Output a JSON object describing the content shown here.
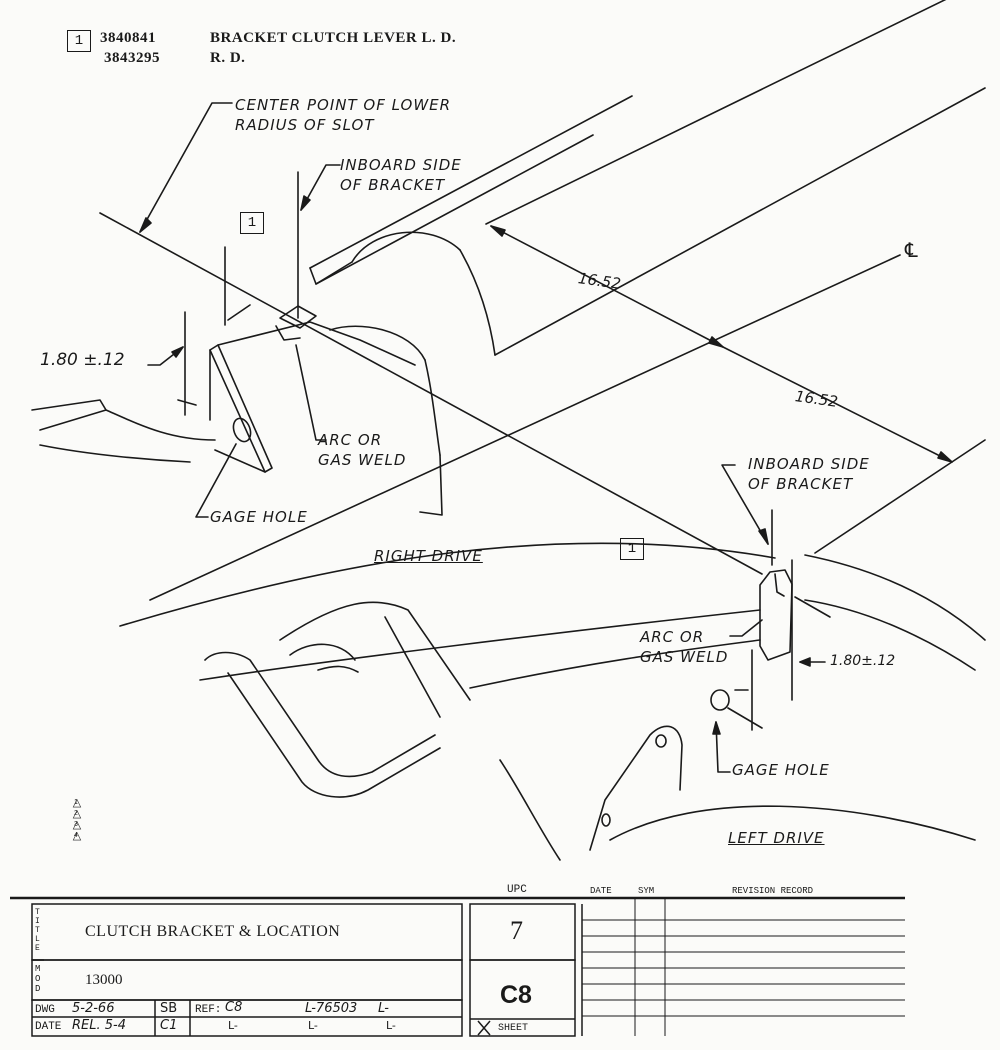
{
  "header": {
    "item_number": "1",
    "part_ld": "3840841",
    "part_rd": "3843295",
    "desc_ld": "BRACKET CLUTCH LEVER L. D.",
    "desc_rd": "R. D."
  },
  "callouts": {
    "center_point": "CENTER POINT OF LOWER\nRADIUS OF SLOT",
    "inboard_top": "INBOARD SIDE\nOF BRACKET",
    "inboard_right": "INBOARD SIDE\nOF BRACKET",
    "arc_weld_left": "ARC OR\nGAS WELD",
    "arc_weld_right": "ARC OR\nGAS WELD",
    "gage_hole_left": "GAGE HOLE",
    "gage_hole_right": "GAGE HOLE",
    "centerline": "℄",
    "ref_box": "1"
  },
  "dimensions": {
    "dim_a": "16.52",
    "dim_b": "16.52",
    "height_left": "1.80 ±.12",
    "height_right": "1.80±.12"
  },
  "views": {
    "right_drive": "RIGHT DRIVE",
    "left_drive": "LEFT DRIVE"
  },
  "revision_triangles": [
    "1",
    "2",
    "3",
    "4"
  ],
  "title_block": {
    "title_label": "TITLE",
    "title": "CLUTCH BRACKET & LOCATION",
    "mod_label": "MOD",
    "mod_value": "13000",
    "upc_label": "UPC",
    "upc_value": "7",
    "sheet_value": "C8",
    "sheet_label": "SHEET",
    "date_col": "DATE",
    "sym_col": "SYM",
    "revision_record": "REVISION RECORD",
    "dwg_label": "DWG",
    "dwg_date": "5-2-66",
    "dwg_initials": "SB",
    "ref_label": "REF:",
    "ref_value": "C8",
    "ref_number": "L-76503",
    "date_label": "DATE",
    "rel_value": "REL. 5-4",
    "rel_initials": "C1",
    "l_a": "L-",
    "l_b": "L-",
    "l_c": "L-",
    "l_d": "L-"
  }
}
